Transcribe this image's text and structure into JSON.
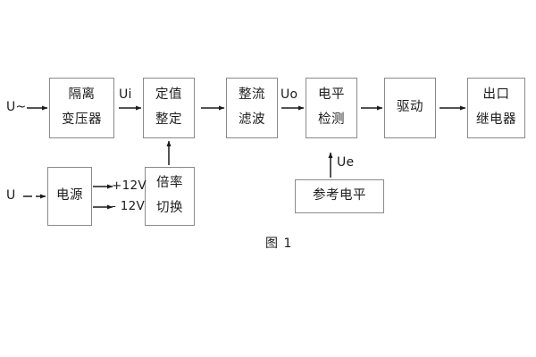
{
  "diagram": {
    "caption": "图 1",
    "nodes": [
      {
        "id": "isolation-transformer",
        "line1": "隔离",
        "line2": "变压器"
      },
      {
        "id": "setting-value",
        "line1": "定值",
        "line2": "整定"
      },
      {
        "id": "rectify-filter",
        "line1": "整流",
        "line2": "滤波"
      },
      {
        "id": "level-detection",
        "line1": "电平",
        "line2": "检测"
      },
      {
        "id": "drive",
        "line1": "驱动",
        "line2": ""
      },
      {
        "id": "output-relay",
        "line1": "出口",
        "line2": "继电器"
      },
      {
        "id": "power-supply",
        "line1": "电源",
        "line2": ""
      },
      {
        "id": "multiplier-switch",
        "line1": "倍率",
        "line2": "切换"
      },
      {
        "id": "reference-level",
        "line1": "参考电平",
        "line2": ""
      }
    ],
    "signals": {
      "input_ac": "U~",
      "input_dc": "U",
      "ui": "Ui",
      "uo": "Uo",
      "ue": "Ue",
      "rail_positive": "+12V",
      "rail_negative": "- 12V"
    },
    "colors": {
      "background": "#ffffff",
      "box_border": "#8a8a8a",
      "text": "#1c1c1c",
      "wire": "#1a1a1a"
    }
  }
}
